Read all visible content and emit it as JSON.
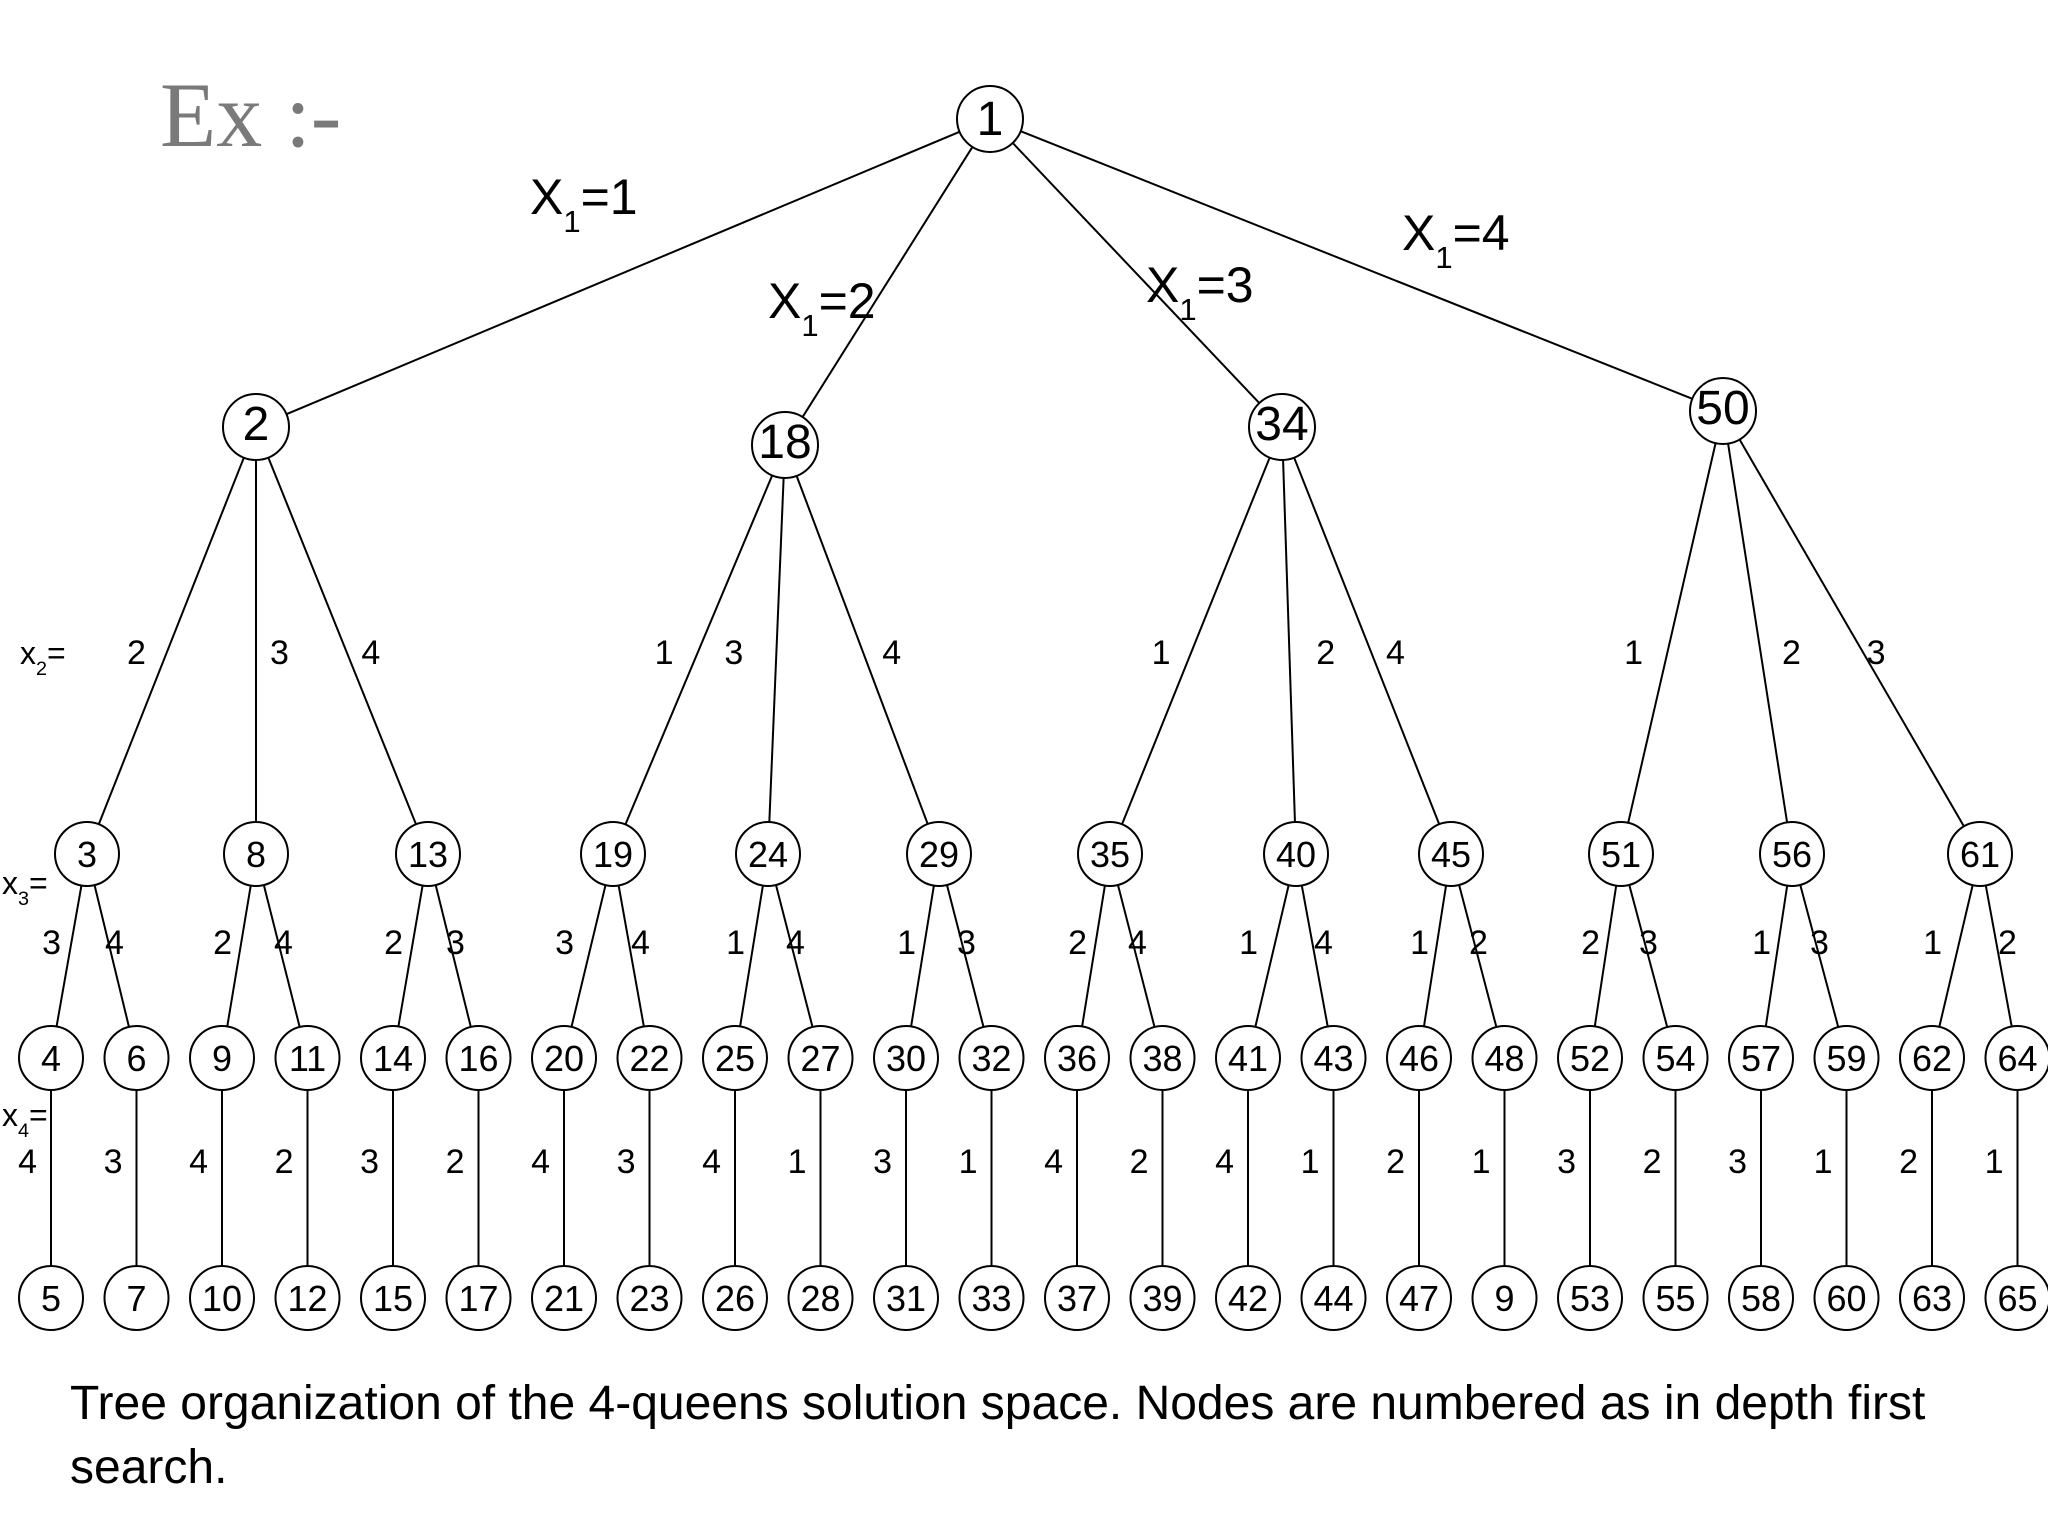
{
  "heading": "Ex :-",
  "caption": "Tree organization of the 4-queens solution space. Nodes are numbered as in depth first search.",
  "level_labels": {
    "x2": "x2=",
    "x3": "x3=",
    "x4": "x4="
  },
  "root": {
    "label": "1",
    "children": [
      {
        "edge": "X1=1",
        "label": "2",
        "children": [
          {
            "edge": "2",
            "label": "3",
            "children": [
              {
                "edge": "3",
                "label": "4",
                "children": [
                  {
                    "edge": "4",
                    "label": "5"
                  }
                ]
              },
              {
                "edge": "4",
                "label": "6",
                "children": [
                  {
                    "edge": "3",
                    "label": "7"
                  }
                ]
              }
            ]
          },
          {
            "edge": "3",
            "label": "8",
            "children": [
              {
                "edge": "2",
                "label": "9",
                "children": [
                  {
                    "edge": "4",
                    "label": "10"
                  }
                ]
              },
              {
                "edge": "4",
                "label": "11",
                "children": [
                  {
                    "edge": "2",
                    "label": "12"
                  }
                ]
              }
            ]
          },
          {
            "edge": "4",
            "label": "13",
            "children": [
              {
                "edge": "2",
                "label": "14",
                "children": [
                  {
                    "edge": "3",
                    "label": "15"
                  }
                ]
              },
              {
                "edge": "3",
                "label": "16",
                "children": [
                  {
                    "edge": "2",
                    "label": "17"
                  }
                ]
              }
            ]
          }
        ]
      },
      {
        "edge": "X1=2",
        "label": "18",
        "children": [
          {
            "edge": "1",
            "label": "19",
            "children": [
              {
                "edge": "3",
                "label": "20",
                "children": [
                  {
                    "edge": "4",
                    "label": "21"
                  }
                ]
              },
              {
                "edge": "4",
                "label": "22",
                "children": [
                  {
                    "edge": "3",
                    "label": "23"
                  }
                ]
              }
            ]
          },
          {
            "edge": "3",
            "label": "24",
            "children": [
              {
                "edge": "1",
                "label": "25",
                "children": [
                  {
                    "edge": "4",
                    "label": "26"
                  }
                ]
              },
              {
                "edge": "4",
                "label": "27",
                "children": [
                  {
                    "edge": "1",
                    "label": "28"
                  }
                ]
              }
            ]
          },
          {
            "edge": "4",
            "label": "29",
            "children": [
              {
                "edge": "1",
                "label": "30",
                "children": [
                  {
                    "edge": "3",
                    "label": "31"
                  }
                ]
              },
              {
                "edge": "3",
                "label": "32",
                "children": [
                  {
                    "edge": "1",
                    "label": "33"
                  }
                ]
              }
            ]
          }
        ]
      },
      {
        "edge": "X1=3",
        "label": "34",
        "children": [
          {
            "edge": "1",
            "label": "35",
            "children": [
              {
                "edge": "2",
                "label": "36",
                "children": [
                  {
                    "edge": "4",
                    "label": "37"
                  }
                ]
              },
              {
                "edge": "4",
                "label": "38",
                "children": [
                  {
                    "edge": "2",
                    "label": "39"
                  }
                ]
              }
            ]
          },
          {
            "edge": "2",
            "label": "40",
            "children": [
              {
                "edge": "1",
                "label": "41",
                "children": [
                  {
                    "edge": "4",
                    "label": "42"
                  }
                ]
              },
              {
                "edge": "4",
                "label": "43",
                "children": [
                  {
                    "edge": "1",
                    "label": "44"
                  }
                ]
              }
            ]
          },
          {
            "edge": "4",
            "label": "45",
            "children": [
              {
                "edge": "1",
                "label": "46",
                "children": [
                  {
                    "edge": "2",
                    "label": "47"
                  }
                ]
              },
              {
                "edge": "2",
                "label": "48",
                "children": [
                  {
                    "edge": "1",
                    "label": "9"
                  }
                ]
              }
            ]
          }
        ]
      },
      {
        "edge": "X1=4",
        "label": "50",
        "children": [
          {
            "edge": "1",
            "label": "51",
            "children": [
              {
                "edge": "2",
                "label": "52",
                "children": [
                  {
                    "edge": "3",
                    "label": "53"
                  }
                ]
              },
              {
                "edge": "3",
                "label": "54",
                "children": [
                  {
                    "edge": "2",
                    "label": "55"
                  }
                ]
              }
            ]
          },
          {
            "edge": "2",
            "label": "56",
            "children": [
              {
                "edge": "1",
                "label": "57",
                "children": [
                  {
                    "edge": "3",
                    "label": "58"
                  }
                ]
              },
              {
                "edge": "3",
                "label": "59",
                "children": [
                  {
                    "edge": "1",
                    "label": "60"
                  }
                ]
              }
            ]
          },
          {
            "edge": "3",
            "label": "61",
            "children": [
              {
                "edge": "1",
                "label": "62",
                "children": [
                  {
                    "edge": "2",
                    "label": "63"
                  }
                ]
              },
              {
                "edge": "2",
                "label": "64",
                "children": [
                  {
                    "edge": "1",
                    "label": "65"
                  }
                ]
              }
            ]
          }
        ]
      }
    ]
  }
}
